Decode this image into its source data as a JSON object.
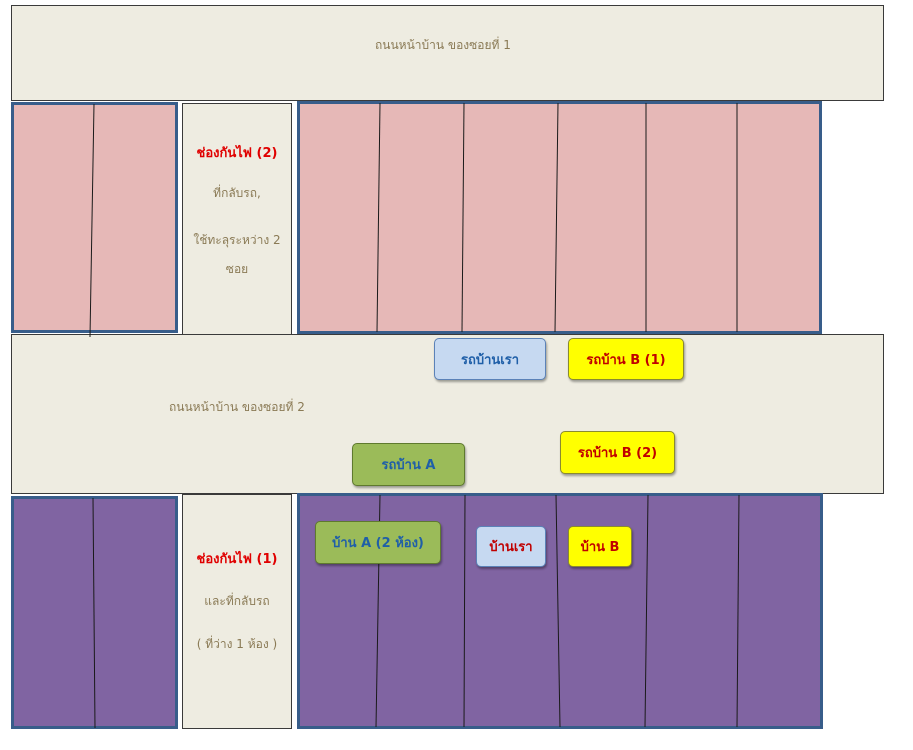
{
  "roads": {
    "road1_label": "ถนนหน้าบ้าน  ของซอยที่ 1",
    "road2_label": "ถนนหน้าบ้าน  ของซอยที่ 2"
  },
  "firebreak_top": {
    "title": "ช่องกันไฟ (2)",
    "line1": "ที่กลับรถ,",
    "line2": "ใช้ทะลุระหว่าง 2",
    "line3": "ซอย"
  },
  "firebreak_bottom": {
    "title": "ช่องกันไฟ (1)",
    "line1": "และที่กลับรถ",
    "line2": "( ที่ว่าง 1 ห้อง )"
  },
  "cars": {
    "our_car": "รถบ้านเรา",
    "house_b_car_1": "รถบ้าน B  (1)",
    "house_b_car_2": "รถบ้าน B  (2)",
    "house_a_car": "รถบ้าน A"
  },
  "houses": {
    "house_a": "บ้าน A  (2 ห้อง)",
    "our_house": "บ้านเรา",
    "house_b": "บ้าน B"
  },
  "colors": {
    "road": "#eeece1",
    "top_block": "#e6b8b7",
    "bottom_block": "#8064a2",
    "block_border": "#385d8a",
    "firebreak_title": "#e00000"
  }
}
